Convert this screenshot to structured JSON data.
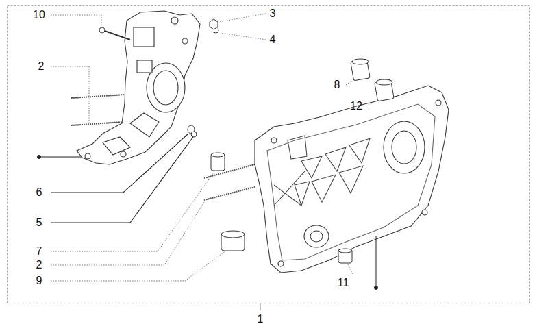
{
  "diagram": {
    "labels": [
      "10",
      "2",
      "3",
      "4",
      "8",
      "12",
      "6",
      "5",
      "7",
      "2",
      "9",
      "11",
      "1"
    ]
  }
}
